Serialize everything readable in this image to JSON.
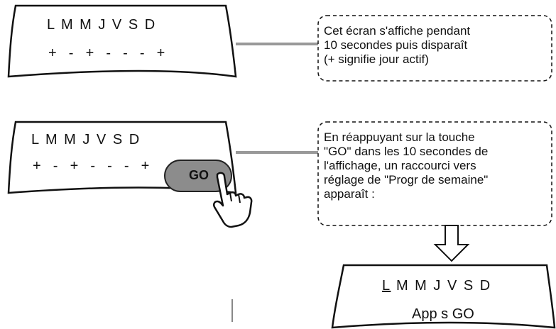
{
  "screen1": {
    "days": "L M M J V S D",
    "states": "+  -  +  -  -  -  +"
  },
  "note1": {
    "text": "Cet écran s'affiche pendant\n10 secondes puis disparaît\n(+ signifie jour actif)"
  },
  "screen2": {
    "days": "L M M J V S D",
    "states": "+  -  +  -  -  -  +"
  },
  "go_button": {
    "label": "GO"
  },
  "note2": {
    "text": "En réappuyant sur la touche\n\"GO\" dans les 10 secondes de\nl'affichage, un raccourci vers\nréglage de \"Progr de semaine\"\napparaît :"
  },
  "screen3": {
    "first_day": "L",
    "rest_days": " M M J V S D",
    "hint": "App s GO"
  }
}
